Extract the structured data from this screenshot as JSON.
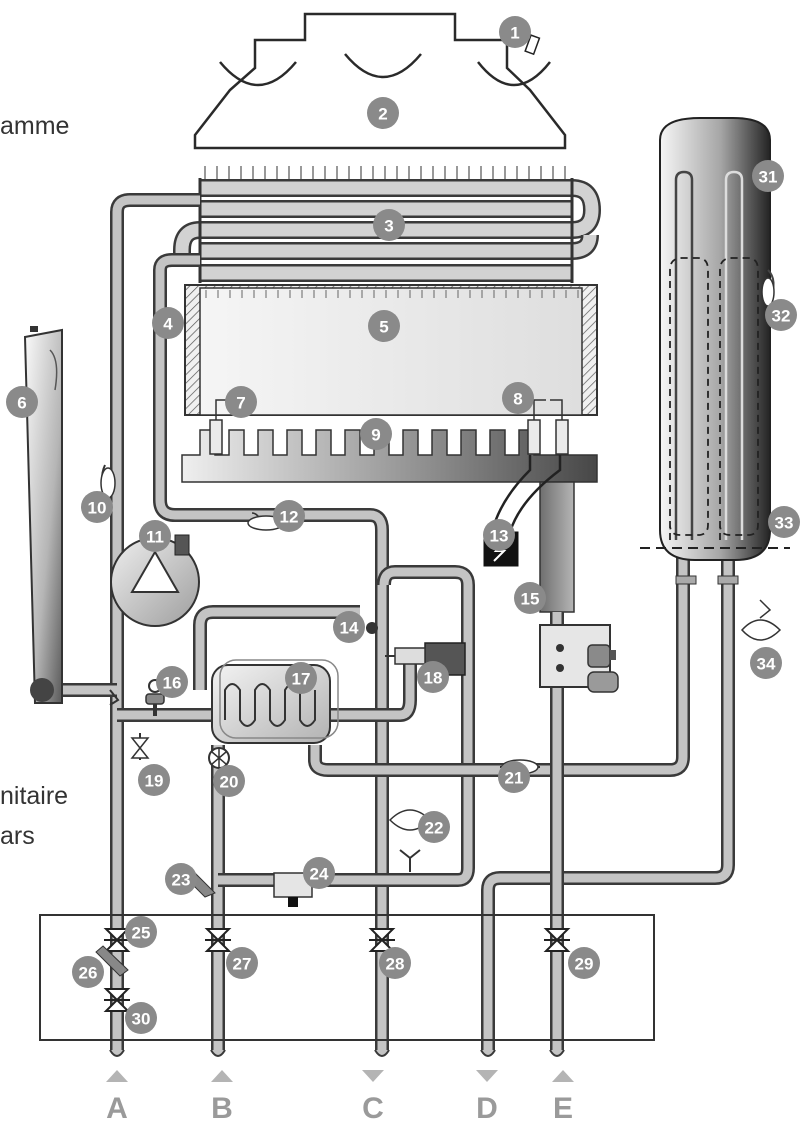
{
  "side_text": {
    "top": "amme",
    "bottom_line1": "nitaire",
    "bottom_line2": "ars"
  },
  "callouts": [
    "1",
    "2",
    "3",
    "4",
    "5",
    "6",
    "7",
    "8",
    "9",
    "10",
    "11",
    "12",
    "13",
    "14",
    "15",
    "16",
    "17",
    "18",
    "19",
    "20",
    "21",
    "22",
    "23",
    "24",
    "25",
    "26",
    "27",
    "28",
    "29",
    "30",
    "31",
    "32",
    "33",
    "34"
  ],
  "ports": [
    {
      "letter": "A",
      "arrow": "up"
    },
    {
      "letter": "B",
      "arrow": "up"
    },
    {
      "letter": "C",
      "arrow": "down"
    },
    {
      "letter": "D",
      "arrow": "down"
    },
    {
      "letter": "E",
      "arrow": "up"
    }
  ],
  "colors": {
    "badge": "#8a8a8a",
    "pipe_outline": "#3a3a3a",
    "pipe_fill": "#c4c4c4",
    "port_letter": "#9a9a9a",
    "arrow": "#b4b4b4"
  }
}
